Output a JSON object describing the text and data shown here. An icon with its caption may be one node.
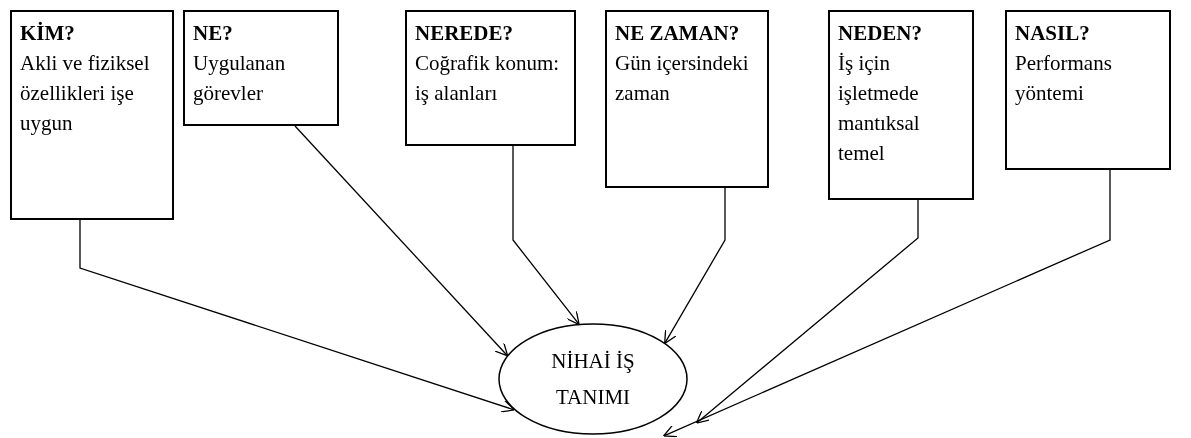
{
  "diagram": {
    "nodes": [
      {
        "text": [
          "KİM?",
          "Akli ve fiziksel özellikleri işe uygun"
        ]
      },
      {
        "text": [
          "NE?",
          "Uygulanan görevler"
        ]
      },
      {
        "text": [
          "NEREDE?",
          "Coğrafik konum: iş alanları"
        ]
      },
      {
        "text": [
          "NE ZAMAN?",
          "Gün içersindeki zaman"
        ]
      },
      {
        "text": [
          "NEDEN?",
          "İş için işletmede mantıksal temel"
        ]
      },
      {
        "text": [
          "NASIL?",
          "Performans yöntemi"
        ]
      },
      {
        "text": [
          "NİHAİ İŞ TANIMI"
        ]
      }
    ],
    "edges": [
      {
        "from": 0,
        "to": 6,
        "arrow": "to"
      },
      {
        "from": 1,
        "to": 6,
        "arrow": "to"
      },
      {
        "from": 2,
        "to": 6,
        "arrow": "to"
      },
      {
        "from": 3,
        "to": 6,
        "arrow": "to"
      },
      {
        "from": 4,
        "to": 6,
        "arrow": "to"
      },
      {
        "from": 5,
        "to": 6,
        "arrow": "to"
      }
    ]
  }
}
